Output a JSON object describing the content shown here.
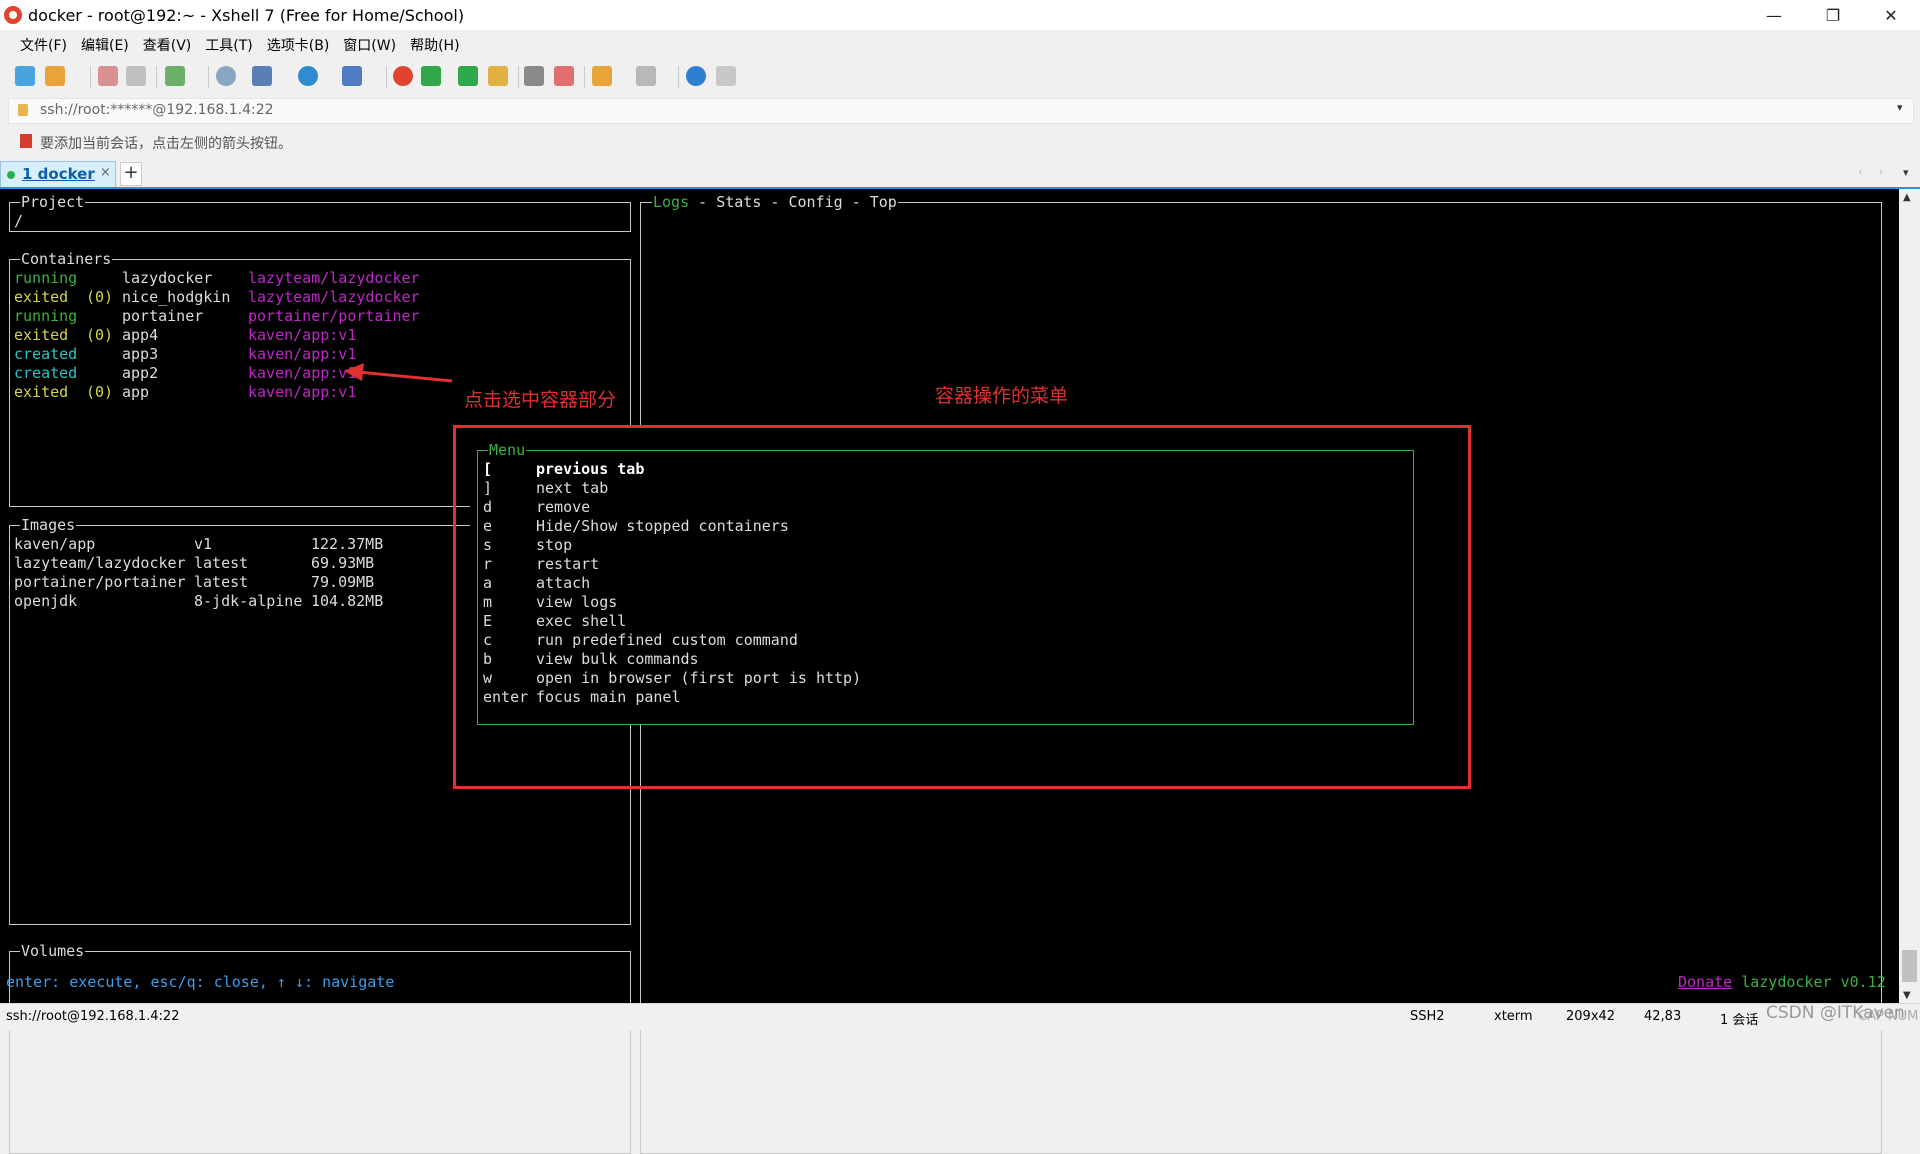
{
  "window": {
    "title": "docker - root@192:~ - Xshell 7 (Free for Home/School)",
    "minimize_glyph": "—",
    "maximize_glyph": "❐",
    "close_glyph": "✕"
  },
  "menubar": [
    "文件(F)",
    "编辑(E)",
    "查看(V)",
    "工具(T)",
    "选项卡(B)",
    "窗口(W)",
    "帮助(H)"
  ],
  "address": {
    "value": "ssh://root:******@192.168.1.4:22",
    "dropdown": "▾"
  },
  "hint": "要添加当前会话，点击左侧的箭头按钮。",
  "tab": {
    "label": "1 docker",
    "close": "×",
    "add": "+",
    "nav": "‹ ›",
    "dropdown": "▾"
  },
  "terminal": {
    "project": {
      "title": "Project",
      "path": "/"
    },
    "containers": {
      "title": "Containers",
      "rows": [
        {
          "status": "running",
          "code": "",
          "name": "lazydocker",
          "image": "lazyteam/lazydocker",
          "status_color": "green"
        },
        {
          "status": "exited",
          "code": "(0)",
          "name": "nice_hodgkin",
          "image": "lazyteam/lazydocker",
          "status_color": "yellow"
        },
        {
          "status": "running",
          "code": "",
          "name": "portainer",
          "image": "portainer/portainer",
          "status_color": "green"
        },
        {
          "status": "exited",
          "code": "(0)",
          "name": "app4",
          "image": "kaven/app:v1",
          "status_color": "yellow"
        },
        {
          "status": "created",
          "code": "",
          "name": "app3",
          "image": "kaven/app:v1",
          "status_color": "cyan"
        },
        {
          "status": "created",
          "code": "",
          "name": "app2",
          "image": "kaven/app:v1",
          "status_color": "cyan"
        },
        {
          "status": "exited",
          "code": "(0)",
          "name": "app",
          "image": "kaven/app:v1",
          "status_color": "yellow"
        }
      ]
    },
    "images": {
      "title": "Images",
      "rows": [
        {
          "repo": "kaven/app",
          "tag": "v1",
          "size": "122.37MB"
        },
        {
          "repo": "lazyteam/lazydocker",
          "tag": "latest",
          "size": "69.93MB"
        },
        {
          "repo": "portainer/portainer",
          "tag": "latest",
          "size": "79.09MB"
        },
        {
          "repo": "openjdk",
          "tag": "8-jdk-alpine",
          "size": "104.82MB"
        }
      ]
    },
    "volumes": {
      "title": "Volumes"
    },
    "main_tabs": {
      "logs": "Logs",
      "sep": " - ",
      "stats": "Stats",
      "config": "Config",
      "top": "Top"
    },
    "menu": {
      "title": "Menu",
      "items": [
        {
          "key": "[",
          "label": "previous tab"
        },
        {
          "key": "]",
          "label": "next tab"
        },
        {
          "key": "d",
          "label": "remove"
        },
        {
          "key": "e",
          "label": "Hide/Show stopped containers"
        },
        {
          "key": "s",
          "label": "stop"
        },
        {
          "key": "r",
          "label": "restart"
        },
        {
          "key": "a",
          "label": "attach"
        },
        {
          "key": "m",
          "label": "view logs"
        },
        {
          "key": "E",
          "label": "exec shell"
        },
        {
          "key": "c",
          "label": "run predefined custom command"
        },
        {
          "key": "b",
          "label": "view bulk commands"
        },
        {
          "key": "w",
          "label": "open in browser (first port is http)"
        },
        {
          "key": "enter",
          "label": "focus main panel"
        }
      ]
    },
    "footer_help": "enter: execute, esc/q: close, ↑ ↓: navigate",
    "donate": "Donate",
    "version": "lazydocker v0.12"
  },
  "annotations": {
    "select_container": "点击选中容器部分",
    "container_menu": "容器操作的菜单",
    "color": "#e03030"
  },
  "statusbar": {
    "connection": "ssh://root@192.168.1.4:22",
    "protocol": "SSH2",
    "term": "xterm",
    "size": "209x42",
    "cursor": "42,83",
    "sessions": "1 会话",
    "caps": "CAP NUM"
  },
  "watermark": "CSDN @ITKaven"
}
